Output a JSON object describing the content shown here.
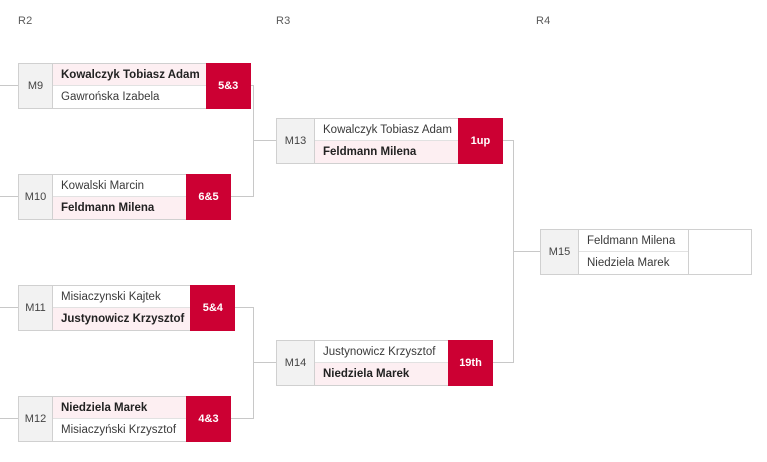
{
  "bracket": {
    "rounds": [
      {
        "id": "r2",
        "label": "R2"
      },
      {
        "id": "r3",
        "label": "R3"
      },
      {
        "id": "r4",
        "label": "R4"
      }
    ],
    "matches": {
      "m9": {
        "code": "M9",
        "top": {
          "name": "Kowalczyk Tobiasz Adam",
          "winner": true
        },
        "bottom": {
          "name": "Gawrońska Izabela",
          "winner": false
        },
        "score": "5&3"
      },
      "m10": {
        "code": "M10",
        "top": {
          "name": "Kowalski Marcin",
          "winner": false
        },
        "bottom": {
          "name": "Feldmann Milena",
          "winner": true
        },
        "score": "6&5"
      },
      "m11": {
        "code": "M11",
        "top": {
          "name": "Misiaczynski Kajtek",
          "winner": false
        },
        "bottom": {
          "name": "Justynowicz Krzysztof",
          "winner": true
        },
        "score": "5&4"
      },
      "m12": {
        "code": "M12",
        "top": {
          "name": "Niedziela Marek",
          "winner": true
        },
        "bottom": {
          "name": "Misiaczyński Krzysztof",
          "winner": false
        },
        "score": "4&3"
      },
      "m13": {
        "code": "M13",
        "top": {
          "name": "Kowalczyk Tobiasz Adam",
          "winner": false
        },
        "bottom": {
          "name": "Feldmann Milena",
          "winner": true
        },
        "score": "1up"
      },
      "m14": {
        "code": "M14",
        "top": {
          "name": "Justynowicz Krzysztof",
          "winner": false
        },
        "bottom": {
          "name": "Niedziela Marek",
          "winner": true
        },
        "score": "19th"
      },
      "m15": {
        "code": "M15",
        "top": {
          "name": "Feldmann Milena",
          "winner": false
        },
        "bottom": {
          "name": "Niedziela Marek",
          "winner": false
        },
        "score": ""
      }
    },
    "colors": {
      "score_red": "#cc0033",
      "winner_highlight": "#fdeff2",
      "line": "#c8c8c8",
      "code_bg": "#f2f2f2"
    }
  }
}
